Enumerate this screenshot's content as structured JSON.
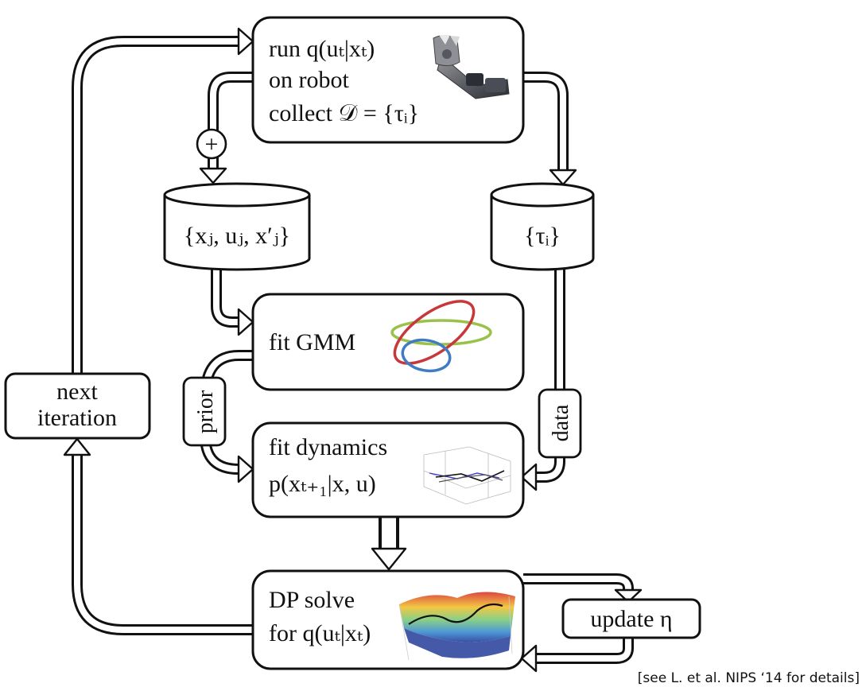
{
  "nodes": {
    "run_policy": {
      "lines": [
        "run q(uₜ|xₜ)",
        "on robot",
        "collect 𝒟 = {τᵢ}"
      ]
    },
    "db_transitions": {
      "label": "{xⱼ, uⱼ, x′ⱼ}"
    },
    "db_trajectories": {
      "label": "{τᵢ}"
    },
    "fit_gmm": {
      "label": "fit GMM"
    },
    "fit_dynamics": {
      "lines": [
        "fit dynamics",
        "p(xₜ₊₁|x, u)"
      ]
    },
    "dp_solve": {
      "lines": [
        "DP solve",
        "for q(uₜ|xₜ)"
      ]
    },
    "next_iteration": {
      "lines": [
        "next",
        "iteration"
      ]
    },
    "update_eta": {
      "label": "update η"
    },
    "prior_tag": {
      "label": "prior"
    },
    "data_tag": {
      "label": "data"
    },
    "plus_node": {
      "label": "+"
    }
  },
  "caption": "[see L. et al. NIPS ‘14 for details]",
  "colors": {
    "stroke": "#111111",
    "gmm_red": "#c8383a",
    "gmm_green": "#9ac24a",
    "gmm_blue": "#3f7cc4"
  }
}
